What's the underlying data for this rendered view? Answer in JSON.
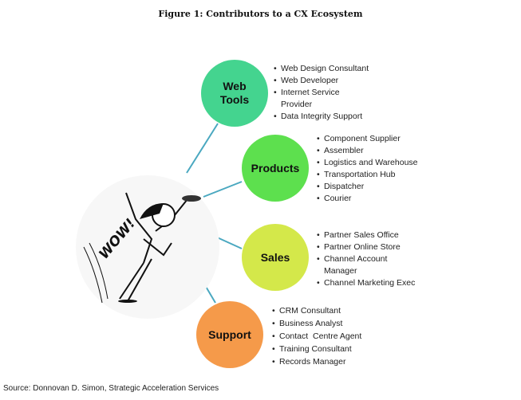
{
  "title": "Figure 1: Contributors to a CX Ecosystem",
  "illustration_text": "WOW!",
  "nodes": [
    {
      "label": "Web Tools",
      "color": "#44d48f",
      "items": [
        "Web Design Consultant",
        "Web Developer",
        "Internet Service Provider",
        "Data Integrity Support"
      ]
    },
    {
      "label": "Products",
      "color": "#5de04e",
      "items": [
        "Component Supplier",
        "Assembler",
        "Logistics and Warehouse",
        "Transportation Hub",
        "Dispatcher",
        "Courier"
      ]
    },
    {
      "label": "Sales",
      "color": "#d4e84a",
      "items": [
        "Partner Sales Office",
        "Partner Online Store",
        "Channel Account Manager",
        "Channel Marketing Exec"
      ]
    },
    {
      "label": "Support",
      "color": "#f59a4a",
      "items": [
        "CRM Consultant",
        "Business Analyst",
        "Contact  Centre Agent",
        "Training Consultant",
        "Records Manager"
      ]
    }
  ],
  "line_color": "#4aa8c0",
  "source": "Source: Donnovan D. Simon, Strategic Acceleration Services"
}
